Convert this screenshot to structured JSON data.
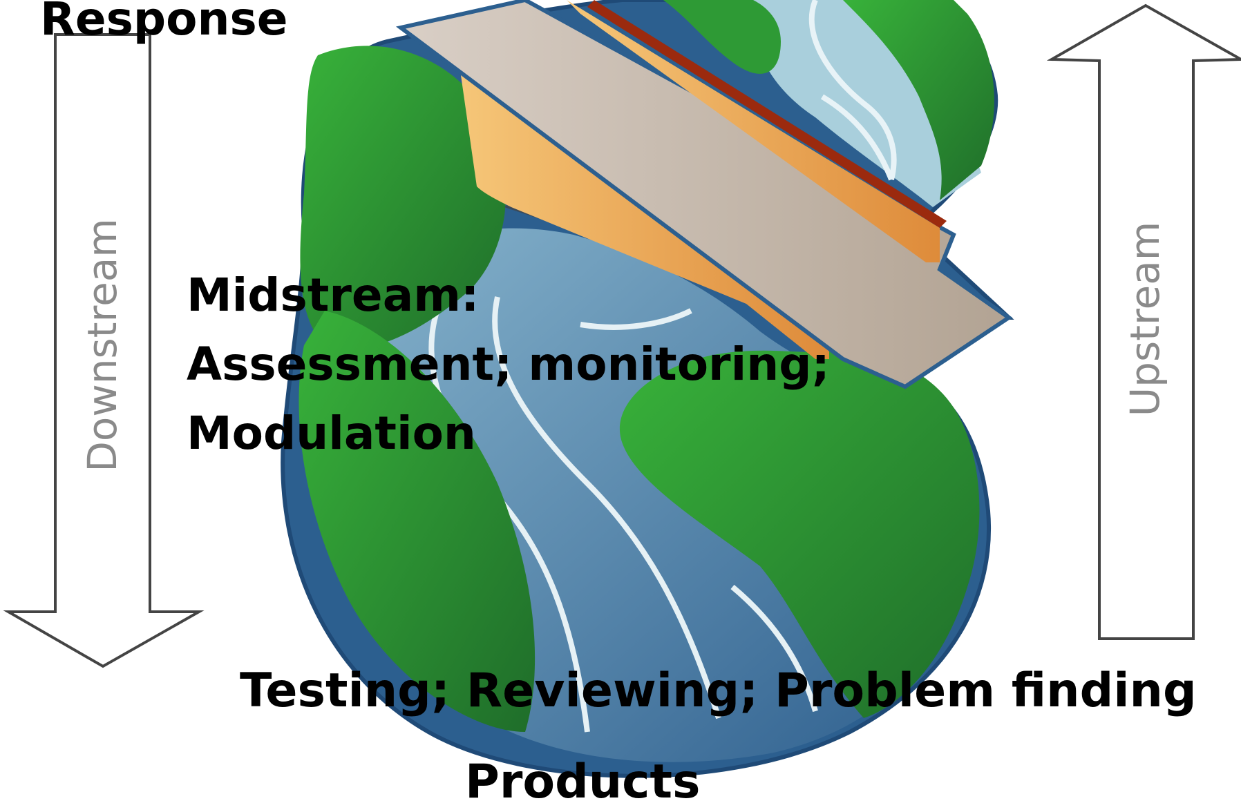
{
  "labels": {
    "response": "Response",
    "midstream": [
      "Midstream:",
      "Assessment; monitoring;",
      "Modulation"
    ],
    "testing": "Testing; Reviewing; Problem finding",
    "products": "Products"
  },
  "arrows": {
    "downstream": "Downstream",
    "upstream": "Upstream"
  },
  "colors": {
    "river_dark": "#2c5f8f",
    "river_light": "#a9d0dc",
    "land_green": "#2f9e34",
    "land_dark": "#1e6e2a",
    "bridge_deck": "#cfc4b8",
    "bridge_orange": "#f0a94a",
    "bridge_red": "#a0300f"
  }
}
